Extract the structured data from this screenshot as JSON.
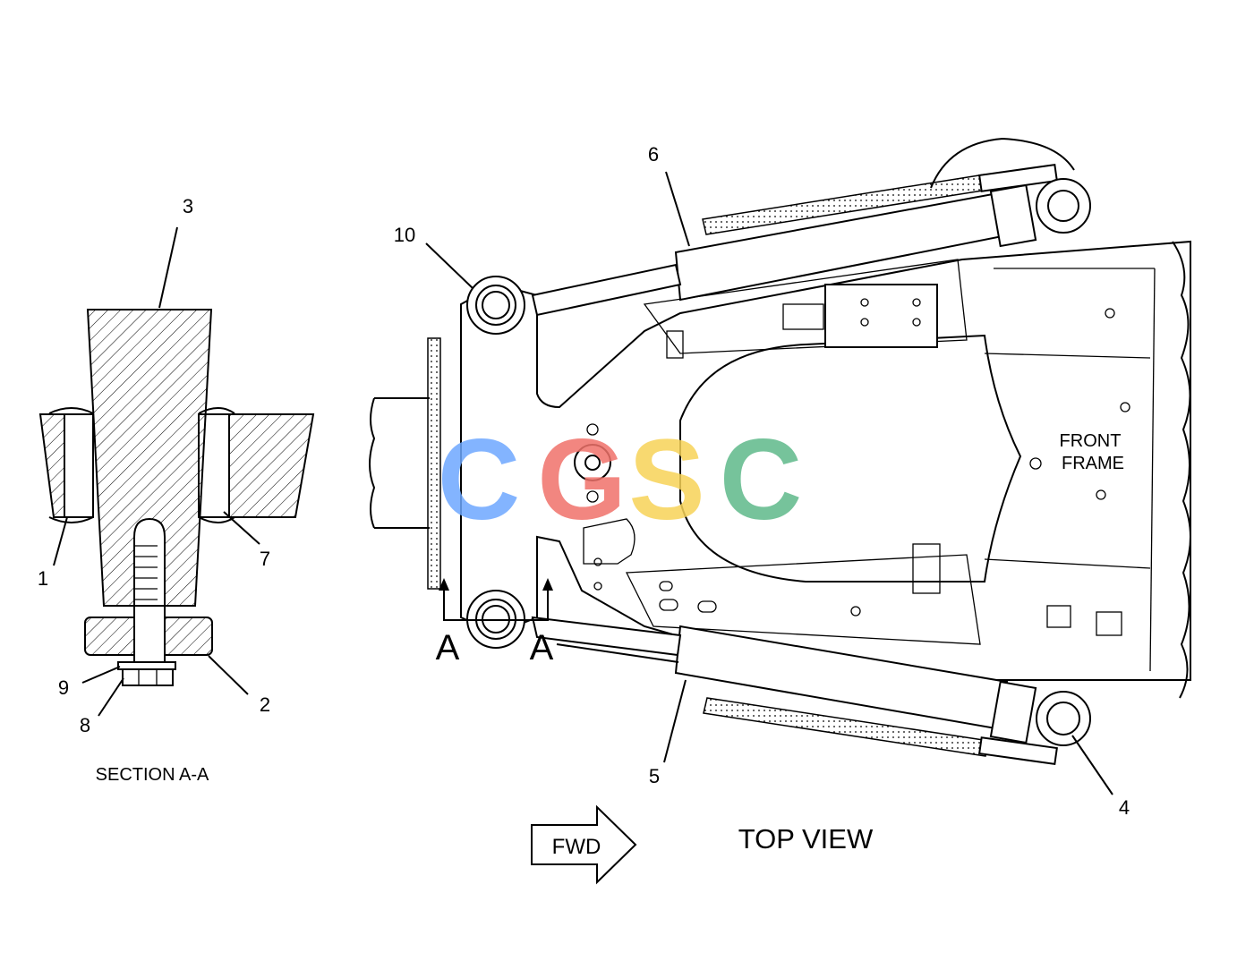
{
  "section": {
    "title": "SECTION A-A",
    "callouts": {
      "c1": "1",
      "c2": "2",
      "c3": "3",
      "c7": "7",
      "c8": "8",
      "c9": "9"
    }
  },
  "top_view": {
    "title": "TOP VIEW",
    "fwd_label": "FWD",
    "front_frame_line1": "FRONT",
    "front_frame_line2": "FRAME",
    "section_marker_left": "A",
    "section_marker_right": "A",
    "callouts": {
      "c4": "4",
      "c5": "5",
      "c6": "6",
      "c10": "10"
    }
  },
  "watermark": {
    "letters": [
      "C",
      "G",
      "S",
      "C"
    ],
    "colors": [
      "#6ea8ff",
      "#f0726a",
      "#f7d358",
      "#5fb98a"
    ]
  }
}
